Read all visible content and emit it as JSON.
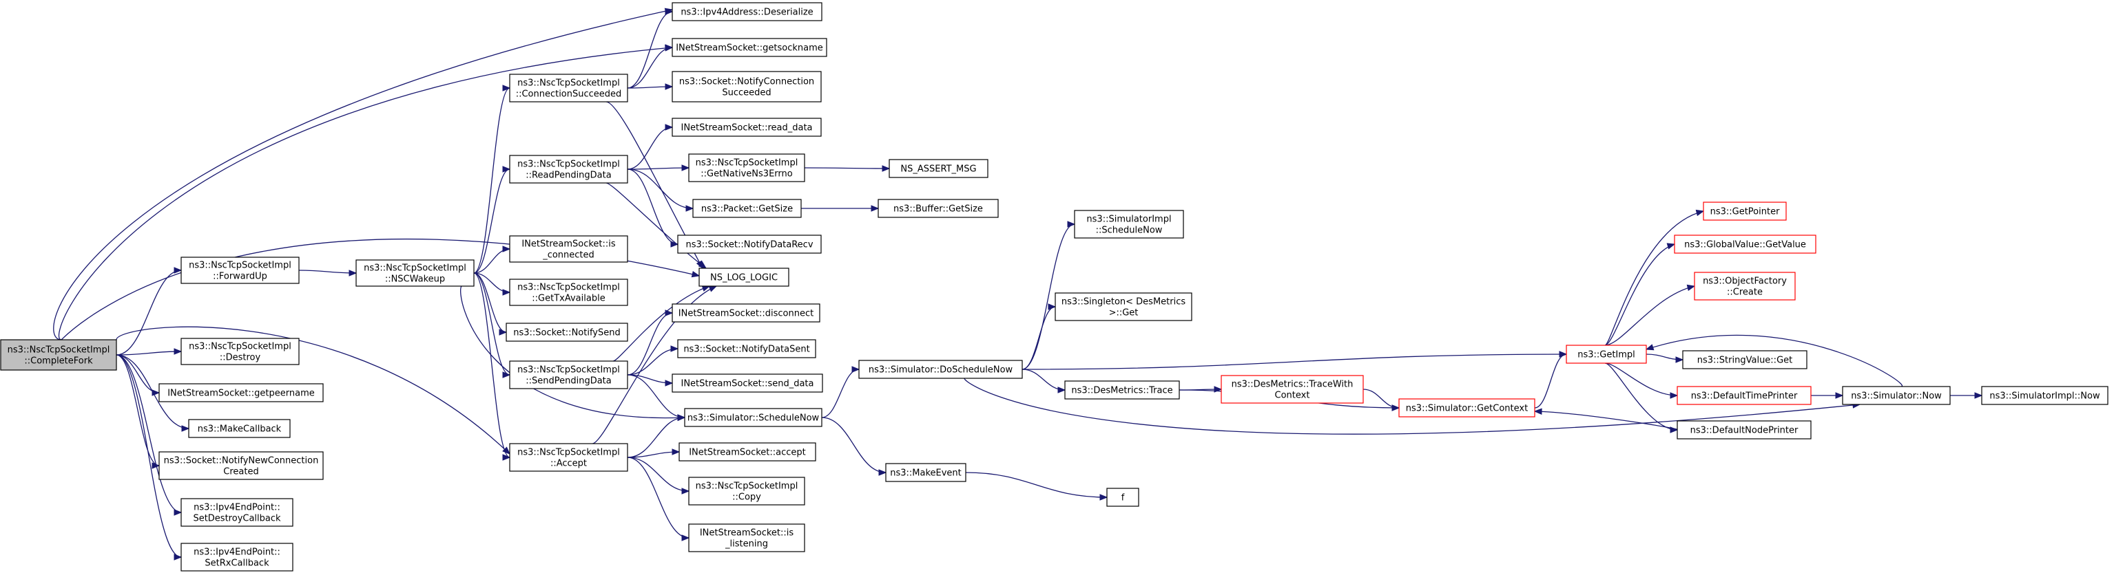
{
  "colors": {
    "edge": "#191970",
    "node_border": "#000000",
    "node_border_truncated": "#ff0000",
    "node_fill": "#ffffff",
    "root_fill": "#bfbfbf"
  },
  "graph": {
    "nodes": [
      {
        "id": "root",
        "lines": [
          "ns3::NscTcpSocketImpl",
          "::CompleteFork"
        ],
        "root": true
      },
      {
        "id": "fwd",
        "lines": [
          "ns3::NscTcpSocketImpl",
          "::ForwardUp"
        ]
      },
      {
        "id": "destroy",
        "lines": [
          "ns3::NscTcpSocketImpl",
          "::Destroy"
        ]
      },
      {
        "id": "getpeer",
        "lines": [
          "INetStreamSocket::getpeername"
        ]
      },
      {
        "id": "makecb",
        "lines": [
          "ns3::MakeCallback"
        ]
      },
      {
        "id": "notifynew",
        "lines": [
          "ns3::Socket::NotifyNewConnection",
          "Created"
        ]
      },
      {
        "id": "setdestroy",
        "lines": [
          "ns3::Ipv4EndPoint::",
          "SetDestroyCallback"
        ]
      },
      {
        "id": "setrx",
        "lines": [
          "ns3::Ipv4EndPoint::",
          "SetRxCallback"
        ]
      },
      {
        "id": "nscwake",
        "lines": [
          "ns3::NscTcpSocketImpl",
          "::NSCWakeup"
        ]
      },
      {
        "id": "connsucc",
        "lines": [
          "ns3::NscTcpSocketImpl",
          "::ConnectionSucceeded"
        ]
      },
      {
        "id": "readpend",
        "lines": [
          "ns3::NscTcpSocketImpl",
          "::ReadPendingData"
        ]
      },
      {
        "id": "isconn",
        "lines": [
          "INetStreamSocket::is",
          "_connected"
        ]
      },
      {
        "id": "gettx",
        "lines": [
          "ns3::NscTcpSocketImpl",
          "::GetTxAvailable"
        ]
      },
      {
        "id": "notifysend",
        "lines": [
          "ns3::Socket::NotifySend"
        ]
      },
      {
        "id": "sendpend",
        "lines": [
          "ns3::NscTcpSocketImpl",
          "::SendPendingData"
        ]
      },
      {
        "id": "accept",
        "lines": [
          "ns3::NscTcpSocketImpl",
          "::Accept"
        ]
      },
      {
        "id": "ipv4deser",
        "lines": [
          "ns3::Ipv4Address::Deserialize"
        ]
      },
      {
        "id": "getsockname",
        "lines": [
          "INetStreamSocket::getsockname"
        ]
      },
      {
        "id": "notifyconnsucc",
        "lines": [
          "ns3::Socket::NotifyConnection",
          "Succeeded"
        ]
      },
      {
        "id": "readdata",
        "lines": [
          "INetStreamSocket::read_data"
        ]
      },
      {
        "id": "geterrno",
        "lines": [
          "ns3::NscTcpSocketImpl",
          "::GetNativeNs3Errno"
        ]
      },
      {
        "id": "pktsize",
        "lines": [
          "ns3::Packet::GetSize"
        ]
      },
      {
        "id": "notifyrecv",
        "lines": [
          "ns3::Socket::NotifyDataRecv"
        ]
      },
      {
        "id": "nslog",
        "lines": [
          "NS_LOG_LOGIC"
        ]
      },
      {
        "id": "disconnect",
        "lines": [
          "INetStreamSocket::disconnect"
        ]
      },
      {
        "id": "notifysent",
        "lines": [
          "ns3::Socket::NotifyDataSent"
        ]
      },
      {
        "id": "senddata",
        "lines": [
          "INetStreamSocket::send_data"
        ]
      },
      {
        "id": "schednow",
        "lines": [
          "ns3::Simulator::ScheduleNow"
        ]
      },
      {
        "id": "inetaccept",
        "lines": [
          "INetStreamSocket::accept"
        ]
      },
      {
        "id": "copy",
        "lines": [
          "ns3::NscTcpSocketImpl",
          "::Copy"
        ]
      },
      {
        "id": "islisten",
        "lines": [
          "INetStreamSocket::is",
          "_listening"
        ]
      },
      {
        "id": "assert",
        "lines": [
          "NS_ASSERT_MSG"
        ]
      },
      {
        "id": "bufsize",
        "lines": [
          "ns3::Buffer::GetSize"
        ]
      },
      {
        "id": "doschednow",
        "lines": [
          "ns3::Simulator::DoScheduleNow"
        ]
      },
      {
        "id": "makeevent",
        "lines": [
          "ns3::MakeEvent"
        ]
      },
      {
        "id": "implsched",
        "lines": [
          "ns3::SimulatorImpl",
          "::ScheduleNow"
        ]
      },
      {
        "id": "singleton",
        "lines": [
          "ns3::Singleton< DesMetrics",
          ">::Get"
        ]
      },
      {
        "id": "destrace",
        "lines": [
          "ns3::DesMetrics::Trace"
        ]
      },
      {
        "id": "f",
        "lines": [
          "f"
        ]
      },
      {
        "id": "tracewith",
        "lines": [
          "ns3::DesMetrics::TraceWith",
          "Context"
        ],
        "truncated": true
      },
      {
        "id": "getctx",
        "lines": [
          "ns3::Simulator::GetContext"
        ],
        "truncated": true
      },
      {
        "id": "getimpl",
        "lines": [
          "ns3::GetImpl"
        ],
        "truncated": true
      },
      {
        "id": "getptr",
        "lines": [
          "ns3::GetPointer"
        ],
        "truncated": true
      },
      {
        "id": "gvget",
        "lines": [
          "ns3::GlobalValue::GetValue"
        ],
        "truncated": true
      },
      {
        "id": "objfac",
        "lines": [
          "ns3::ObjectFactory",
          "::Create"
        ],
        "truncated": true
      },
      {
        "id": "strval",
        "lines": [
          "ns3::StringValue::Get"
        ]
      },
      {
        "id": "deftime",
        "lines": [
          "ns3::DefaultTimePrinter"
        ],
        "truncated": true
      },
      {
        "id": "defnode",
        "lines": [
          "ns3::DefaultNodePrinter"
        ]
      },
      {
        "id": "simnow",
        "lines": [
          "ns3::Simulator::Now"
        ]
      },
      {
        "id": "implnow",
        "lines": [
          "ns3::SimulatorImpl::Now"
        ]
      }
    ],
    "edges": [
      [
        "root",
        "ipv4deser"
      ],
      [
        "root",
        "getsockname"
      ],
      [
        "root",
        "nslog"
      ],
      [
        "root",
        "fwd"
      ],
      [
        "root",
        "destroy"
      ],
      [
        "root",
        "getpeer"
      ],
      [
        "root",
        "makecb"
      ],
      [
        "root",
        "notifynew"
      ],
      [
        "root",
        "setdestroy"
      ],
      [
        "root",
        "setrx"
      ],
      [
        "root",
        "accept"
      ],
      [
        "fwd",
        "nscwake"
      ],
      [
        "nscwake",
        "connsucc"
      ],
      [
        "nscwake",
        "readpend"
      ],
      [
        "nscwake",
        "isconn"
      ],
      [
        "nscwake",
        "gettx"
      ],
      [
        "nscwake",
        "notifysend"
      ],
      [
        "nscwake",
        "sendpend"
      ],
      [
        "nscwake",
        "accept"
      ],
      [
        "nscwake",
        "schednow"
      ],
      [
        "connsucc",
        "ipv4deser"
      ],
      [
        "connsucc",
        "getsockname"
      ],
      [
        "connsucc",
        "notifyconnsucc"
      ],
      [
        "connsucc",
        "nslog"
      ],
      [
        "readpend",
        "readdata"
      ],
      [
        "readpend",
        "geterrno"
      ],
      [
        "readpend",
        "pktsize"
      ],
      [
        "readpend",
        "notifyrecv"
      ],
      [
        "readpend",
        "nslog"
      ],
      [
        "sendpend",
        "nslog"
      ],
      [
        "sendpend",
        "disconnect"
      ],
      [
        "sendpend",
        "notifysent"
      ],
      [
        "sendpend",
        "senddata"
      ],
      [
        "sendpend",
        "schednow"
      ],
      [
        "accept",
        "nslog"
      ],
      [
        "accept",
        "schednow"
      ],
      [
        "accept",
        "inetaccept"
      ],
      [
        "accept",
        "copy"
      ],
      [
        "accept",
        "islisten"
      ],
      [
        "geterrno",
        "assert"
      ],
      [
        "pktsize",
        "bufsize"
      ],
      [
        "schednow",
        "doschednow"
      ],
      [
        "schednow",
        "makeevent"
      ],
      [
        "doschednow",
        "implsched"
      ],
      [
        "doschednow",
        "singleton"
      ],
      [
        "doschednow",
        "destrace"
      ],
      [
        "doschednow",
        "getimpl"
      ],
      [
        "doschednow",
        "simnow"
      ],
      [
        "makeevent",
        "f"
      ],
      [
        "destrace",
        "tracewith"
      ],
      [
        "destrace",
        "getctx"
      ],
      [
        "tracewith",
        "getctx"
      ],
      [
        "getctx",
        "getimpl"
      ],
      [
        "getimpl",
        "getptr"
      ],
      [
        "getimpl",
        "gvget"
      ],
      [
        "getimpl",
        "objfac"
      ],
      [
        "getimpl",
        "strval"
      ],
      [
        "getimpl",
        "deftime"
      ],
      [
        "getimpl",
        "defnode"
      ],
      [
        "deftime",
        "simnow"
      ],
      [
        "defnode",
        "getctx"
      ],
      [
        "simnow",
        "getimpl"
      ],
      [
        "simnow",
        "implnow"
      ]
    ]
  }
}
